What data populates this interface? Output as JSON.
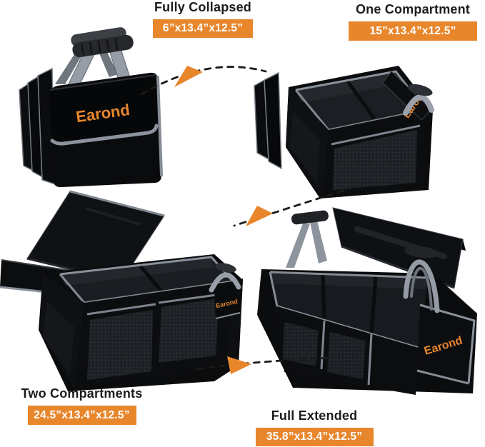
{
  "brand": "Earond",
  "colors": {
    "accent": "#E8862C",
    "badge_text": "#FFFFFF",
    "title_text": "#1C1C1C",
    "arrow_dash": "#1B1B1B"
  },
  "stages": [
    {
      "label": "Fully Collapsed",
      "dimensions": "6”x13.4”x12.5”"
    },
    {
      "label": "One Compartment",
      "dimensions": "15”x13.4”x12.5”"
    },
    {
      "label": "Two Compartments",
      "dimensions": "24.5”x13.4”x12.5”"
    },
    {
      "label": "Full Extended",
      "dimensions": "35.8”x13.4”x12.5”"
    }
  ],
  "arrows": [
    {
      "from": "One Compartment",
      "to": "Fully Collapsed"
    },
    {
      "from": "One Compartment",
      "to": "Two Compartments"
    },
    {
      "from": "Two Compartments",
      "to": "Full Extended"
    }
  ]
}
